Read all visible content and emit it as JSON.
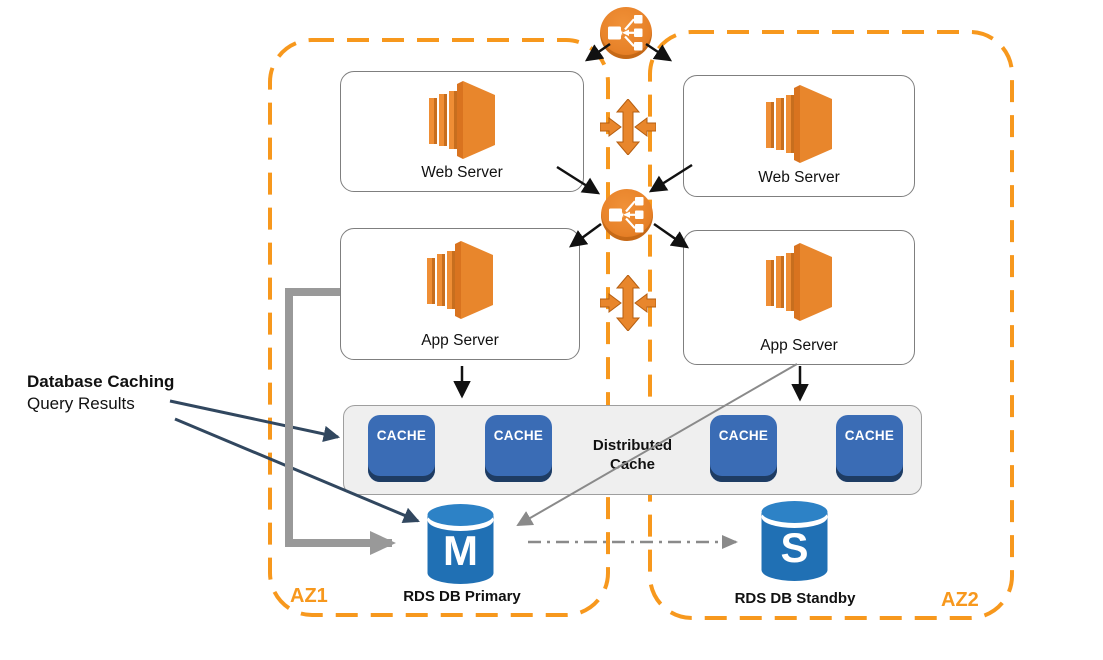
{
  "annotation": {
    "line1": "Database Caching",
    "line2": "Query Results"
  },
  "zones": {
    "az1": "AZ1",
    "az2": "AZ2"
  },
  "servers": {
    "web1": "Web Server",
    "web2": "Web Server",
    "app1": "App Server",
    "app2": "App Server"
  },
  "cache": {
    "blocks": [
      "CACHE",
      "CACHE",
      "CACHE",
      "CACHE"
    ],
    "label": "Distributed Cache"
  },
  "databases": {
    "primary": {
      "letter": "M",
      "label": "RDS DB Primary"
    },
    "standby": {
      "letter": "S",
      "label": "RDS DB Standby"
    }
  },
  "icons": {
    "load_balancer": "elastic-load-balancer",
    "scaling": "bidirectional-scaling-arrows",
    "server": "ec2-server",
    "database": "rds-database-cylinder"
  },
  "colors": {
    "az_border": "#f7981d",
    "aws_orange": "#e8862c",
    "cache_blue": "#3a6cb5",
    "db_blue": "#2070b4",
    "navy_arrow": "#31475f",
    "gray_arrow": "#999999"
  }
}
